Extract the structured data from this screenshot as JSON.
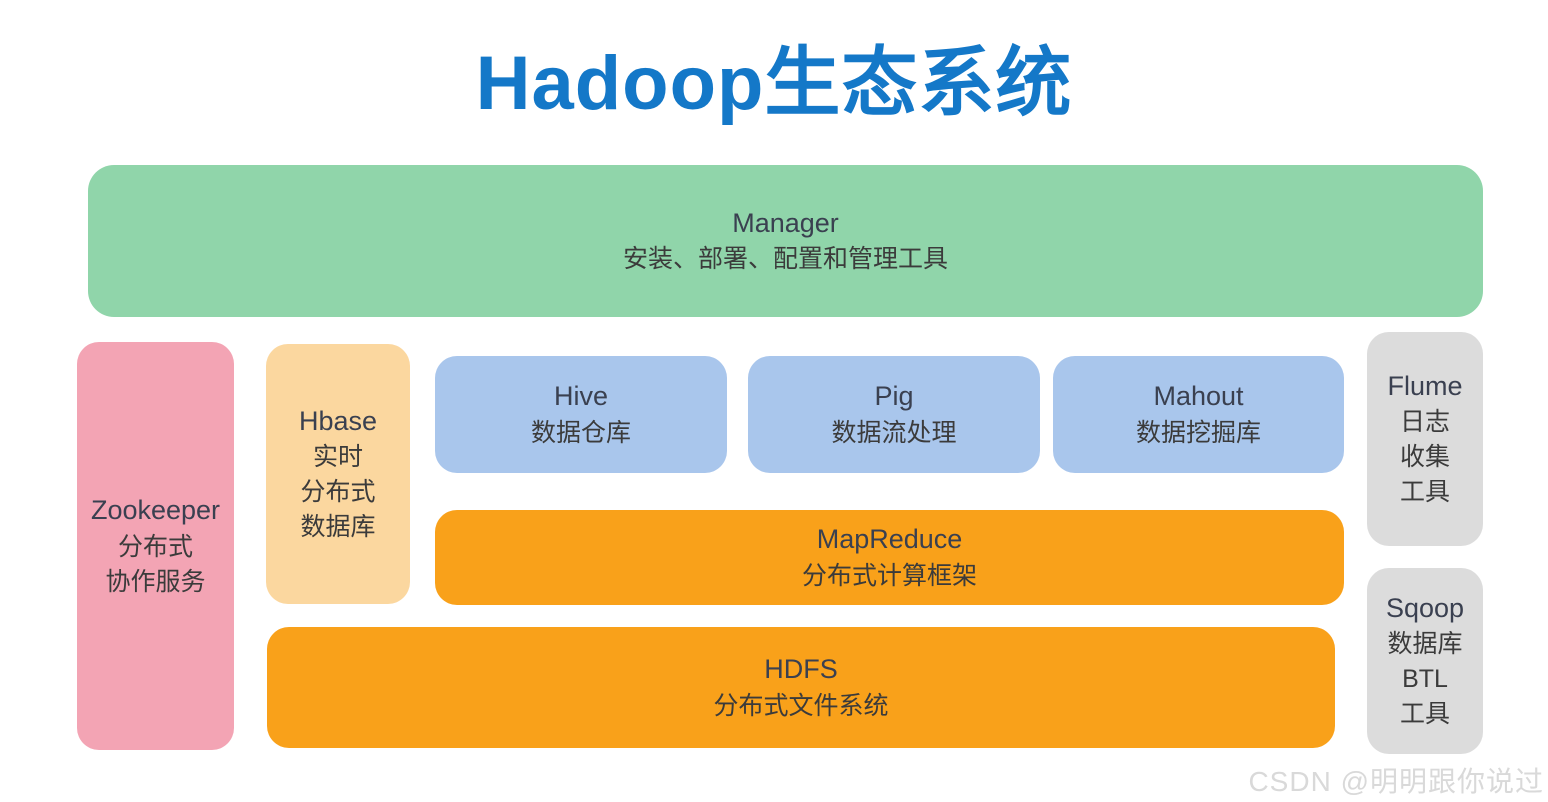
{
  "title": "Hadoop生态系统",
  "watermark": "CSDN @明明跟你说过",
  "colors": {
    "title_blue": "#1478C8",
    "manager_green": "#90D5AA",
    "zookeeper_pink": "#F3A4B4",
    "hbase_peach": "#FBD79F",
    "tool_blue": "#A9C6EC",
    "core_orange": "#F9A11A",
    "side_gray": "#DCDCDC"
  },
  "nodes": {
    "manager": {
      "name": "Manager",
      "desc": "安装、部署、配置和管理工具"
    },
    "zookeeper": {
      "name": "Zookeeper",
      "lines": [
        "分布式",
        "协作服务"
      ]
    },
    "hbase": {
      "name": "Hbase",
      "lines": [
        "实时",
        "分布式",
        "数据库"
      ]
    },
    "hive": {
      "name": "Hive",
      "desc": "数据仓库"
    },
    "pig": {
      "name": "Pig",
      "desc": "数据流处理"
    },
    "mahout": {
      "name": "Mahout",
      "desc": "数据挖掘库"
    },
    "mapreduce": {
      "name": "MapReduce",
      "desc": "分布式计算框架"
    },
    "hdfs": {
      "name": "HDFS",
      "desc": "分布式文件系统"
    },
    "flume": {
      "name": "Flume",
      "lines": [
        "日志",
        "收集",
        "工具"
      ]
    },
    "sqoop": {
      "name": "Sqoop",
      "lines": [
        "数据库",
        "BTL",
        "工具"
      ]
    }
  }
}
